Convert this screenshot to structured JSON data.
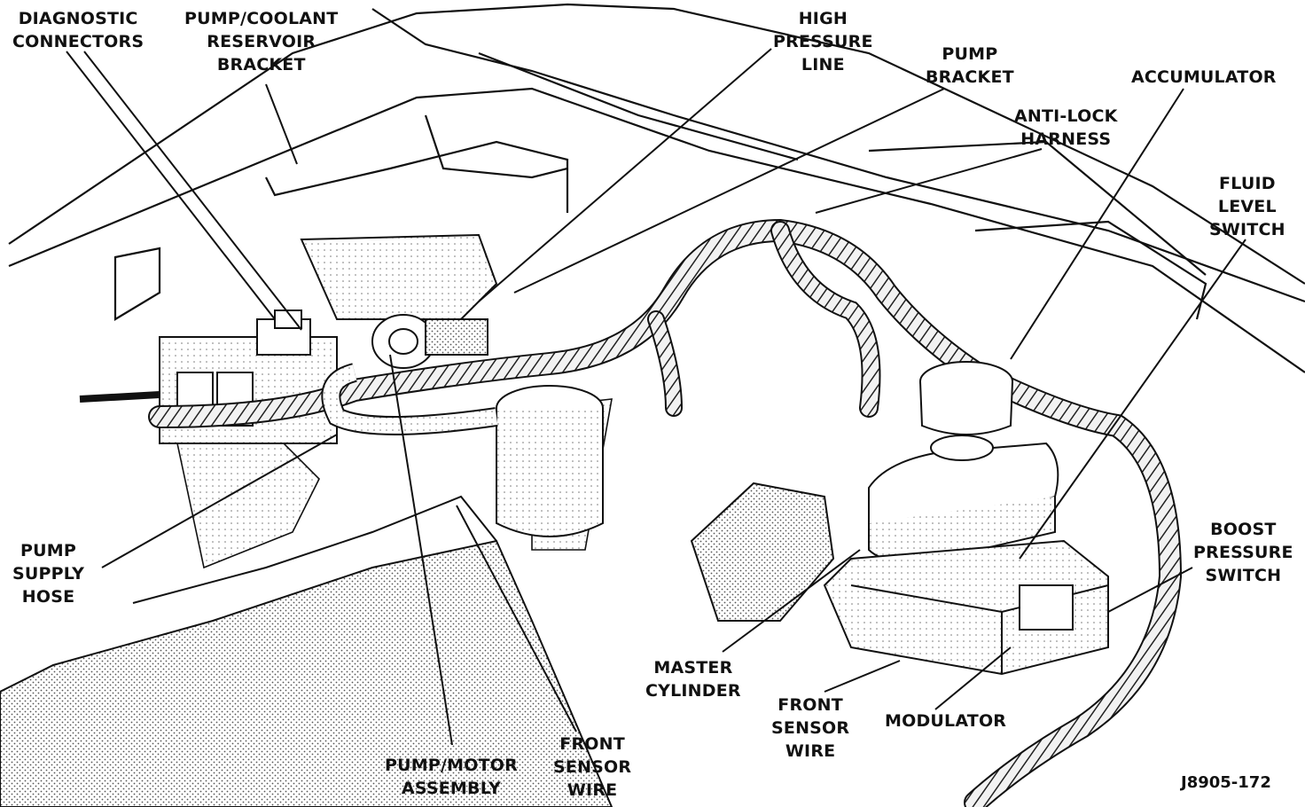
{
  "labels": {
    "diagnostic_connectors": [
      "DIAGNOSTIC",
      "CONNECTORS"
    ],
    "reservoir_bracket": [
      "PUMP/COOLANT",
      "RESERVOIR",
      "BRACKET"
    ],
    "high_pressure_line": [
      "HIGH",
      "PRESSURE",
      "LINE"
    ],
    "pump_bracket": [
      "PUMP",
      "BRACKET"
    ],
    "accumulator": [
      "ACCUMULATOR"
    ],
    "anti_lock_harness": [
      "ANTI-LOCK",
      "HARNESS"
    ],
    "fluid_level_switch": [
      "FLUID",
      "LEVEL",
      "SWITCH"
    ],
    "pump_supply_hose": [
      "PUMP",
      "SUPPLY",
      "HOSE"
    ],
    "boost_pressure_switch": [
      "BOOST",
      "PRESSURE",
      "SWITCH"
    ],
    "master_cylinder": [
      "MASTER",
      "CYLINDER"
    ],
    "front_sensor_wire_right": [
      "FRONT",
      "SENSOR",
      "WIRE"
    ],
    "modulator": [
      "MODULATOR"
    ],
    "pump_motor_assembly": [
      "PUMP/MOTOR",
      "ASSEMBLY"
    ],
    "front_sensor_wire_center": [
      "FRONT",
      "SENSOR",
      "WIRE"
    ]
  },
  "figure_id": "J8905-172",
  "colors": {
    "ink": "#111111",
    "shade": "#d6d6d6",
    "paper": "#ffffff"
  }
}
